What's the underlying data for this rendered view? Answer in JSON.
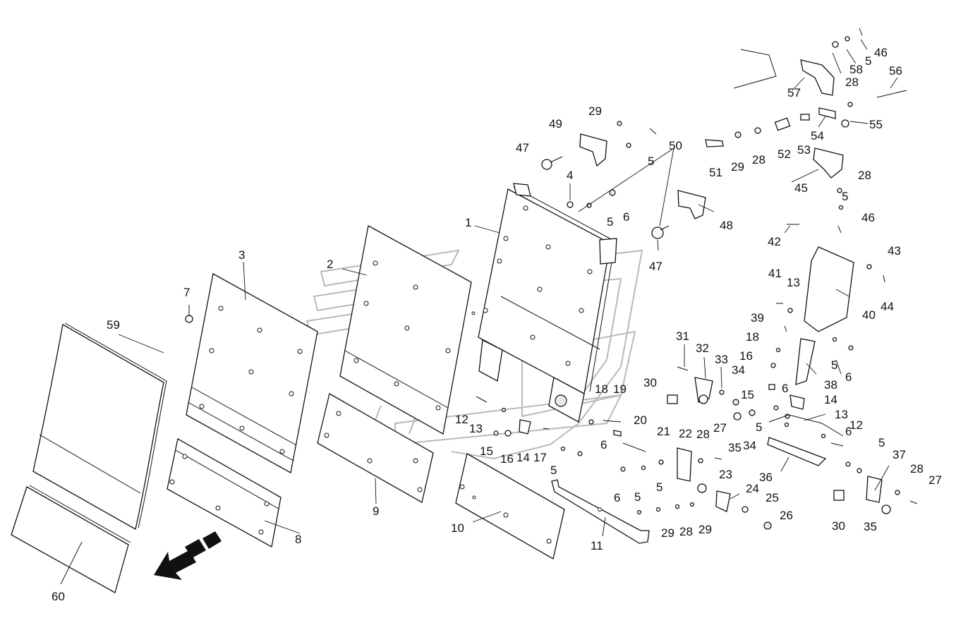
{
  "diagram": {
    "callouts": [
      {
        "id": "c1",
        "text": "1"
      },
      {
        "id": "c2",
        "text": "2"
      },
      {
        "id": "c3",
        "text": "3"
      },
      {
        "id": "c4",
        "text": "4"
      },
      {
        "id": "c5a",
        "text": "5"
      },
      {
        "id": "c5b",
        "text": "5"
      },
      {
        "id": "c5c",
        "text": "5"
      },
      {
        "id": "c5d",
        "text": "5"
      },
      {
        "id": "c5e",
        "text": "5"
      },
      {
        "id": "c5f",
        "text": "5"
      },
      {
        "id": "c5g",
        "text": "5"
      },
      {
        "id": "c5h",
        "text": "5"
      },
      {
        "id": "c5i",
        "text": "5"
      },
      {
        "id": "c5j",
        "text": "5"
      },
      {
        "id": "c6a",
        "text": "6"
      },
      {
        "id": "c6b",
        "text": "6"
      },
      {
        "id": "c6c",
        "text": "6"
      },
      {
        "id": "c6d",
        "text": "6"
      },
      {
        "id": "c6e",
        "text": "6"
      },
      {
        "id": "c6f",
        "text": "6"
      },
      {
        "id": "c7",
        "text": "7"
      },
      {
        "id": "c8",
        "text": "8"
      },
      {
        "id": "c9",
        "text": "9"
      },
      {
        "id": "c10",
        "text": "10"
      },
      {
        "id": "c11",
        "text": "11"
      },
      {
        "id": "c12a",
        "text": "12"
      },
      {
        "id": "c12b",
        "text": "12"
      },
      {
        "id": "c13a",
        "text": "13"
      },
      {
        "id": "c13b",
        "text": "13"
      },
      {
        "id": "c13c",
        "text": "13"
      },
      {
        "id": "c14a",
        "text": "14"
      },
      {
        "id": "c14b",
        "text": "14"
      },
      {
        "id": "c15a",
        "text": "15"
      },
      {
        "id": "c15b",
        "text": "15"
      },
      {
        "id": "c16a",
        "text": "16"
      },
      {
        "id": "c16b",
        "text": "16"
      },
      {
        "id": "c17",
        "text": "17"
      },
      {
        "id": "c18a",
        "text": "18"
      },
      {
        "id": "c18b",
        "text": "18"
      },
      {
        "id": "c19",
        "text": "19"
      },
      {
        "id": "c20",
        "text": "20"
      },
      {
        "id": "c21",
        "text": "21"
      },
      {
        "id": "c22",
        "text": "22"
      },
      {
        "id": "c23",
        "text": "23"
      },
      {
        "id": "c24",
        "text": "24"
      },
      {
        "id": "c25",
        "text": "25"
      },
      {
        "id": "c26",
        "text": "26"
      },
      {
        "id": "c27a",
        "text": "27"
      },
      {
        "id": "c27b",
        "text": "27"
      },
      {
        "id": "c28a",
        "text": "28"
      },
      {
        "id": "c28b",
        "text": "28"
      },
      {
        "id": "c28c",
        "text": "28"
      },
      {
        "id": "c28d",
        "text": "28"
      },
      {
        "id": "c28e",
        "text": "28"
      },
      {
        "id": "c28f",
        "text": "28"
      },
      {
        "id": "c29a",
        "text": "29"
      },
      {
        "id": "c29b",
        "text": "29"
      },
      {
        "id": "c29c",
        "text": "29"
      },
      {
        "id": "c29d",
        "text": "29"
      },
      {
        "id": "c30a",
        "text": "30"
      },
      {
        "id": "c30b",
        "text": "30"
      },
      {
        "id": "c31",
        "text": "31"
      },
      {
        "id": "c32",
        "text": "32"
      },
      {
        "id": "c33",
        "text": "33"
      },
      {
        "id": "c34a",
        "text": "34"
      },
      {
        "id": "c34b",
        "text": "34"
      },
      {
        "id": "c35a",
        "text": "35"
      },
      {
        "id": "c35b",
        "text": "35"
      },
      {
        "id": "c36",
        "text": "36"
      },
      {
        "id": "c37",
        "text": "37"
      },
      {
        "id": "c38",
        "text": "38"
      },
      {
        "id": "c39",
        "text": "39"
      },
      {
        "id": "c40",
        "text": "40"
      },
      {
        "id": "c41",
        "text": "41"
      },
      {
        "id": "c42",
        "text": "42"
      },
      {
        "id": "c43",
        "text": "43"
      },
      {
        "id": "c44",
        "text": "44"
      },
      {
        "id": "c45",
        "text": "45"
      },
      {
        "id": "c46a",
        "text": "46"
      },
      {
        "id": "c46b",
        "text": "46"
      },
      {
        "id": "c47a",
        "text": "47"
      },
      {
        "id": "c47b",
        "text": "47"
      },
      {
        "id": "c48",
        "text": "48"
      },
      {
        "id": "c49",
        "text": "49"
      },
      {
        "id": "c50",
        "text": "50"
      },
      {
        "id": "c51",
        "text": "51"
      },
      {
        "id": "c52",
        "text": "52"
      },
      {
        "id": "c53",
        "text": "53"
      },
      {
        "id": "c54",
        "text": "54"
      },
      {
        "id": "c55",
        "text": "55"
      },
      {
        "id": "c56",
        "text": "56"
      },
      {
        "id": "c57",
        "text": "57"
      },
      {
        "id": "c58",
        "text": "58"
      },
      {
        "id": "c59",
        "text": "59"
      },
      {
        "id": "c60",
        "text": "60"
      }
    ]
  }
}
